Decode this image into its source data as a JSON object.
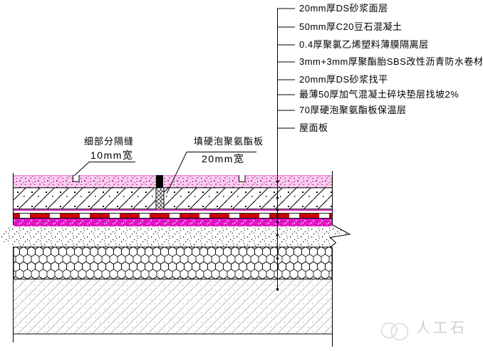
{
  "drawing_type": "roof construction detail section",
  "legend": {
    "items": [
      {
        "label": "20mm厚DS砂浆面层"
      },
      {
        "label": "50mm厚C20豆石混凝土"
      },
      {
        "label": "0.4厚聚氯乙烯塑料薄膜隔离层"
      },
      {
        "label": "3mm+3mm厚聚酯胎SBS改性沥青防水卷材"
      },
      {
        "label": "20mm厚DS砂浆找平"
      },
      {
        "label": "最薄50厚加气混凝土碎块垫层找坡2%"
      },
      {
        "label": "70厚硬泡聚氨酯板保温层"
      },
      {
        "label": "屋面板"
      }
    ]
  },
  "annotations": {
    "joint": {
      "line1": "细部分隔缝",
      "line2": "10mm宽"
    },
    "filler": {
      "line1": "填硬泡聚氨酯板",
      "line2": "20mm宽"
    }
  },
  "watermark": {
    "text": "人工石"
  },
  "colors": {
    "magenta_mortar": "#e316c6",
    "pink_surface": "#f5cdeb",
    "sbs_red": "#cc0000",
    "slab_gray": "#b9b9b9",
    "watermark_gray": "#d6d6d6"
  }
}
